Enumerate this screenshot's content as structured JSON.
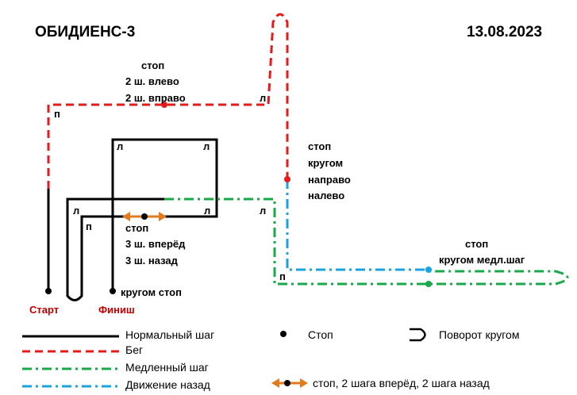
{
  "header": {
    "title": "ОБИДИЕНС-3",
    "date": "13.08.2023"
  },
  "labels": {
    "stop_top": [
      "стоп",
      "2 ш. влево",
      "2 ш. вправо"
    ],
    "stop_right": [
      "стоп",
      "кругом",
      "направо",
      "налево"
    ],
    "stop_mid": [
      "стоп",
      "3 ш. вперёд",
      "3 ш. назад"
    ],
    "stop_bottom_right": [
      "стоп",
      "кругом медл.шаг"
    ],
    "turn_around_stop": "кругом стоп",
    "start": "Старт",
    "finish": "Финиш",
    "letter_l": "л",
    "letter_p": "п"
  },
  "legend": {
    "normal": "Нормальный шаг",
    "run": "Бег",
    "slow": "Медленный шаг",
    "back": "Движение назад",
    "stop": "Стоп",
    "turn": "Поворот кругом",
    "stop_steps": "стоп, 2 шага вперёд, 2 шага назад"
  },
  "colors": {
    "normal": "#000000",
    "run": "#e31b1b",
    "slow": "#1aa94a",
    "back": "#1aa3e0",
    "orange": "#e07b20",
    "start_finish": "#c00000"
  }
}
